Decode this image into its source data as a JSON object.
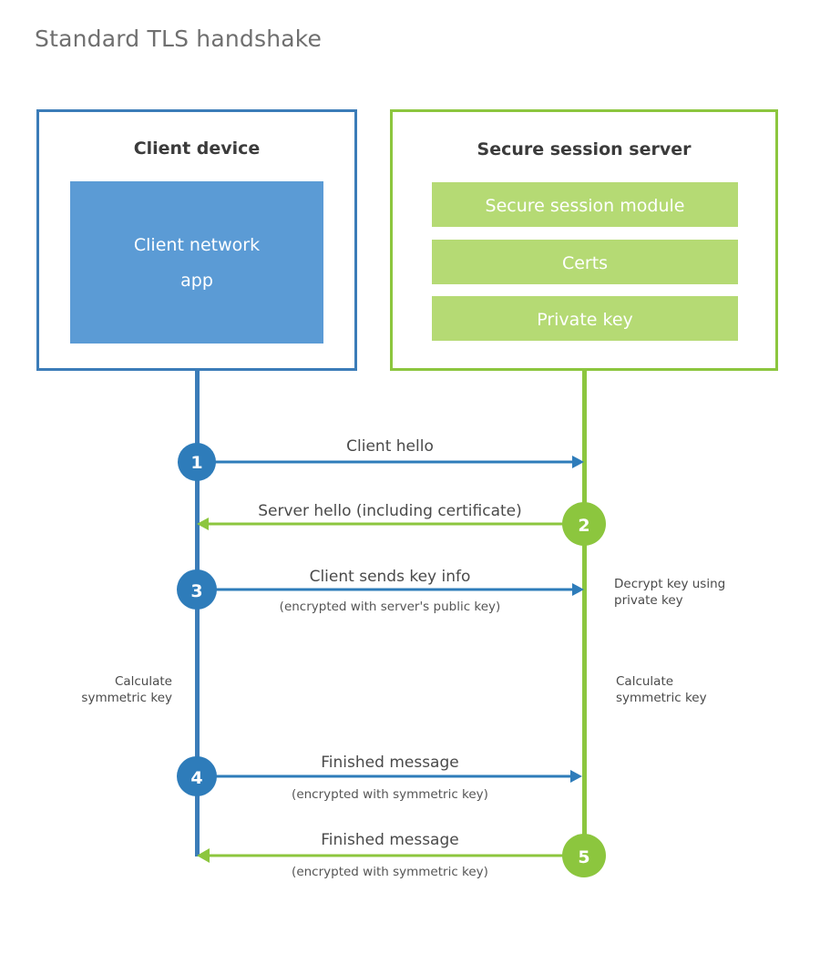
{
  "title": "Standard TLS handshake",
  "colors": {
    "client_stroke": "#3b7cb8",
    "client_fill": "#5b9bd5",
    "server_stroke": "#8cc63e",
    "server_fill": "#b5da74",
    "client_circle": "#2e7cba",
    "server_circle": "#8cc63e",
    "title_text": "#6f6f6f",
    "heading_text": "#3b3b3b",
    "label_text": "#4a4a4a"
  },
  "client": {
    "heading": "Client device",
    "app_label": "Client network app"
  },
  "server": {
    "heading": "Secure session server",
    "modules": [
      {
        "label": "Secure session module"
      },
      {
        "label": "Certs"
      },
      {
        "label": "Private key"
      }
    ]
  },
  "steps": [
    {
      "number": "1",
      "label": "Client hello",
      "sublabel": "",
      "direction": "client-to-server",
      "color": "client"
    },
    {
      "number": "2",
      "label": "Server hello (including certificate)",
      "sublabel": "",
      "direction": "server-to-client",
      "color": "server"
    },
    {
      "number": "3",
      "label": "Client sends key info",
      "sublabel": "(encrypted with server's public key)",
      "direction": "client-to-server",
      "color": "client"
    },
    {
      "number": "4",
      "label": "Finished message",
      "sublabel": "(encrypted with symmetric key)",
      "direction": "client-to-server",
      "color": "client"
    },
    {
      "number": "5",
      "label": "Finished message",
      "sublabel": "(encrypted with symmetric key)",
      "direction": "server-to-client",
      "color": "server"
    }
  ],
  "notes": {
    "decrypt_line1": "Decrypt key using",
    "decrypt_line2": "private key",
    "client_calc_line1": "Calculate",
    "client_calc_line2": "symmetric key",
    "server_calc_line1": "Calculate",
    "server_calc_line2": "symmetric key"
  }
}
